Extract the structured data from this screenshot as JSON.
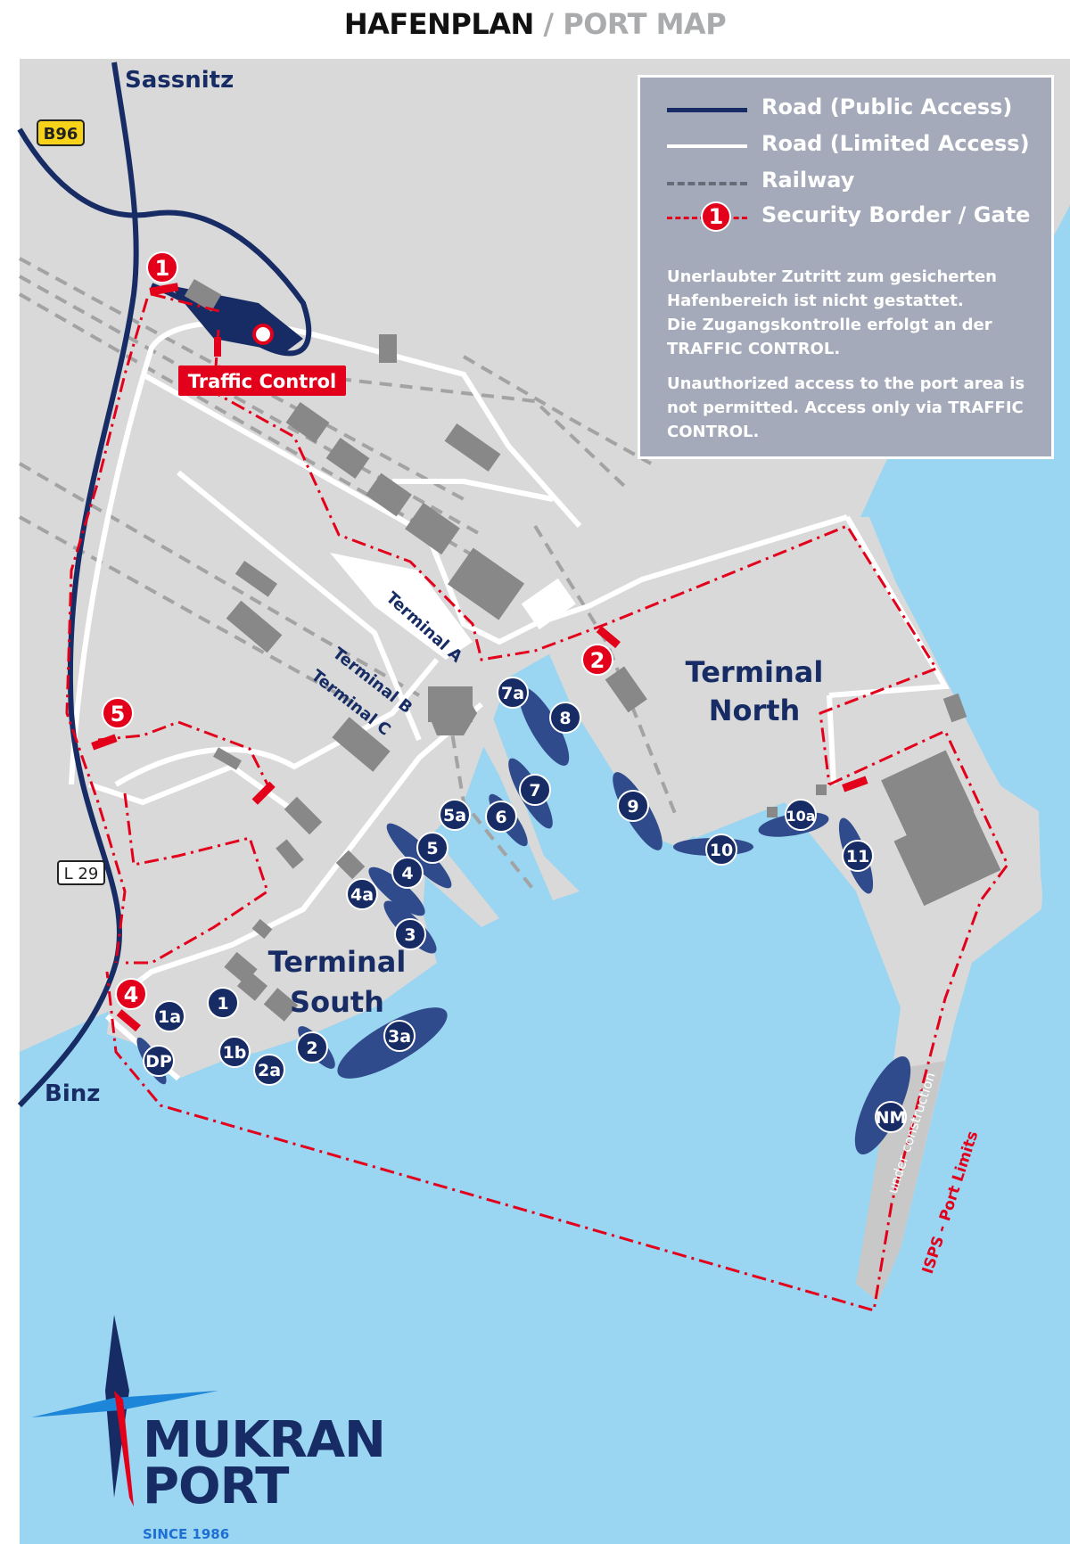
{
  "title": {
    "de": "HAFENPLAN",
    "separator": "/",
    "en": "PORT MAP"
  },
  "colors": {
    "water": "#9ad5f1",
    "land": "#d9d9d9",
    "public_road": "#172c64",
    "security": "#e3001b",
    "building": "#888888",
    "railway": "#a3a3a3",
    "legend_bg": "#a4aab9"
  },
  "places": {
    "north": "Sassnitz",
    "south": "Binz"
  },
  "road_signs": {
    "b96": "B96",
    "l29": "L 29"
  },
  "traffic_control": "Traffic Control",
  "terminals": {
    "north_line1": "Terminal",
    "north_line2": "North",
    "south_line1": "Terminal",
    "south_line2": "South",
    "a": "Terminal A",
    "b": "Terminal B",
    "c": "Terminal C"
  },
  "gates": [
    "1",
    "2",
    "4",
    "5"
  ],
  "berths": [
    "1",
    "1a",
    "1b",
    "2",
    "2a",
    "3",
    "3a",
    "4",
    "4a",
    "5",
    "5a",
    "6",
    "7",
    "7a",
    "8",
    "9",
    "10",
    "10a",
    "11",
    "DP",
    "NM"
  ],
  "under_construction": "under construction",
  "port_limits": "ISPS - Port Limits",
  "legend": {
    "public_road": "Road (Public Access)",
    "limited_road": "Road (Limited Access)",
    "railway": "Railway",
    "gate_number": "1",
    "security": "Security Border / Gate",
    "note_de_1": "Unerlaubter Zutritt zum gesicherten",
    "note_de_2": "Hafenbereich ist nicht gestattet.",
    "note_de_3": "Die Zugangskontrolle erfolgt an der",
    "note_de_4": "TRAFFIC CONTROL.",
    "note_en_1": "Unauthorized access to the port area is",
    "note_en_2": "not permitted. Access only via TRAFFIC",
    "note_en_3": "CONTROL."
  },
  "brand": {
    "line1": "MUKRAN",
    "line2": "PORT",
    "since": "SINCE 1986"
  }
}
